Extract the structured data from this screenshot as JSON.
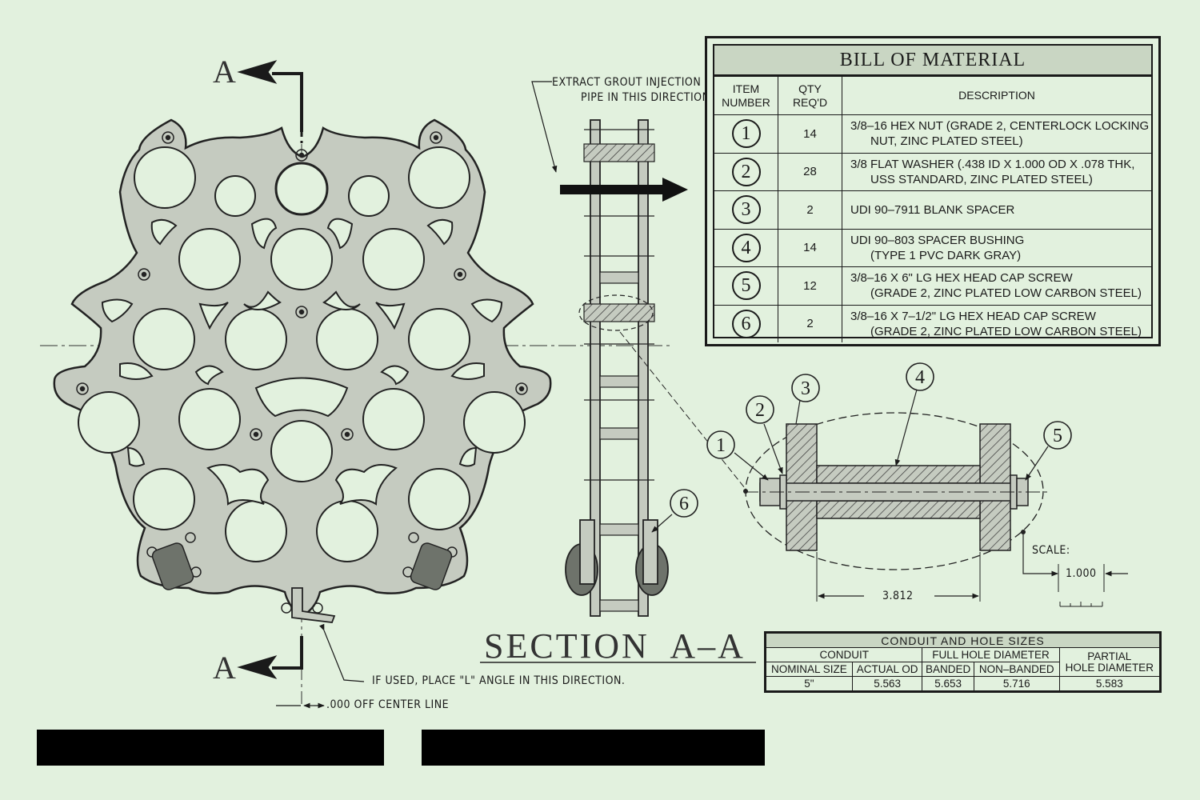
{
  "section_marker": "A",
  "section_title": "SECTION  A–A",
  "notes": {
    "extract_pipe": "EXTRACT GROUT INJECTION\n        PIPE IN THIS DIRECTION",
    "l_angle": "IF USED, PLACE \"L\" ANGLE IN THIS DIRECTION.",
    "center_line": ".000 OFF CENTER LINE",
    "scale_label": "SCALE:",
    "scale_value": "1.000",
    "detail_dim": "3.812"
  },
  "callouts": [
    "1",
    "2",
    "3",
    "4",
    "5",
    "6"
  ],
  "bill_of_material": {
    "title": "BILL  OF  MATERIAL",
    "headers": {
      "item": "ITEM\nNUMBER",
      "qty": "QTY\nREQ'D",
      "desc": "DESCRIPTION"
    },
    "rows": [
      {
        "item": "1",
        "qty": "14",
        "desc": "3/8–16 HEX NUT (GRADE 2, CENTERLOCK LOCKING\n      NUT, ZINC PLATED STEEL)"
      },
      {
        "item": "2",
        "qty": "28",
        "desc": "3/8 FLAT WASHER (.438 ID X 1.000 OD X .078 THK,\n      USS STANDARD, ZINC PLATED STEEL)"
      },
      {
        "item": "3",
        "qty": "2",
        "desc": "UDI 90–7911 BLANK SPACER"
      },
      {
        "item": "4",
        "qty": "14",
        "desc": "UDI 90–803 SPACER BUSHING\n      (TYPE 1 PVC DARK GRAY)"
      },
      {
        "item": "5",
        "qty": "12",
        "desc": "3/8–16 X 6\" LG HEX HEAD CAP SCREW\n      (GRADE 2, ZINC PLATED LOW CARBON STEEL)"
      },
      {
        "item": "6",
        "qty": "2",
        "desc": "3/8–16 X 7–1/2\" LG HEX HEAD CAP SCREW\n      (GRADE 2, ZINC PLATED LOW CARBON STEEL)"
      }
    ]
  },
  "conduit_table": {
    "title": "CONDUIT  AND  HOLE  SIZES",
    "group_conduit": "CONDUIT",
    "group_full": "FULL HOLE DIAMETER",
    "group_partial": "PARTIAL\nHOLE DIAMETER",
    "cols": [
      "NOMINAL SIZE",
      "ACTUAL OD",
      "BANDED",
      "NON–BANDED"
    ],
    "values": [
      "5\"",
      "5.563",
      "5.653",
      "5.716",
      "5.583"
    ]
  },
  "colors": {
    "background": "#e2f1de",
    "plate": "#c5cbc0",
    "ink": "#1a1a1a",
    "title_fill": "#c9d6c3"
  }
}
